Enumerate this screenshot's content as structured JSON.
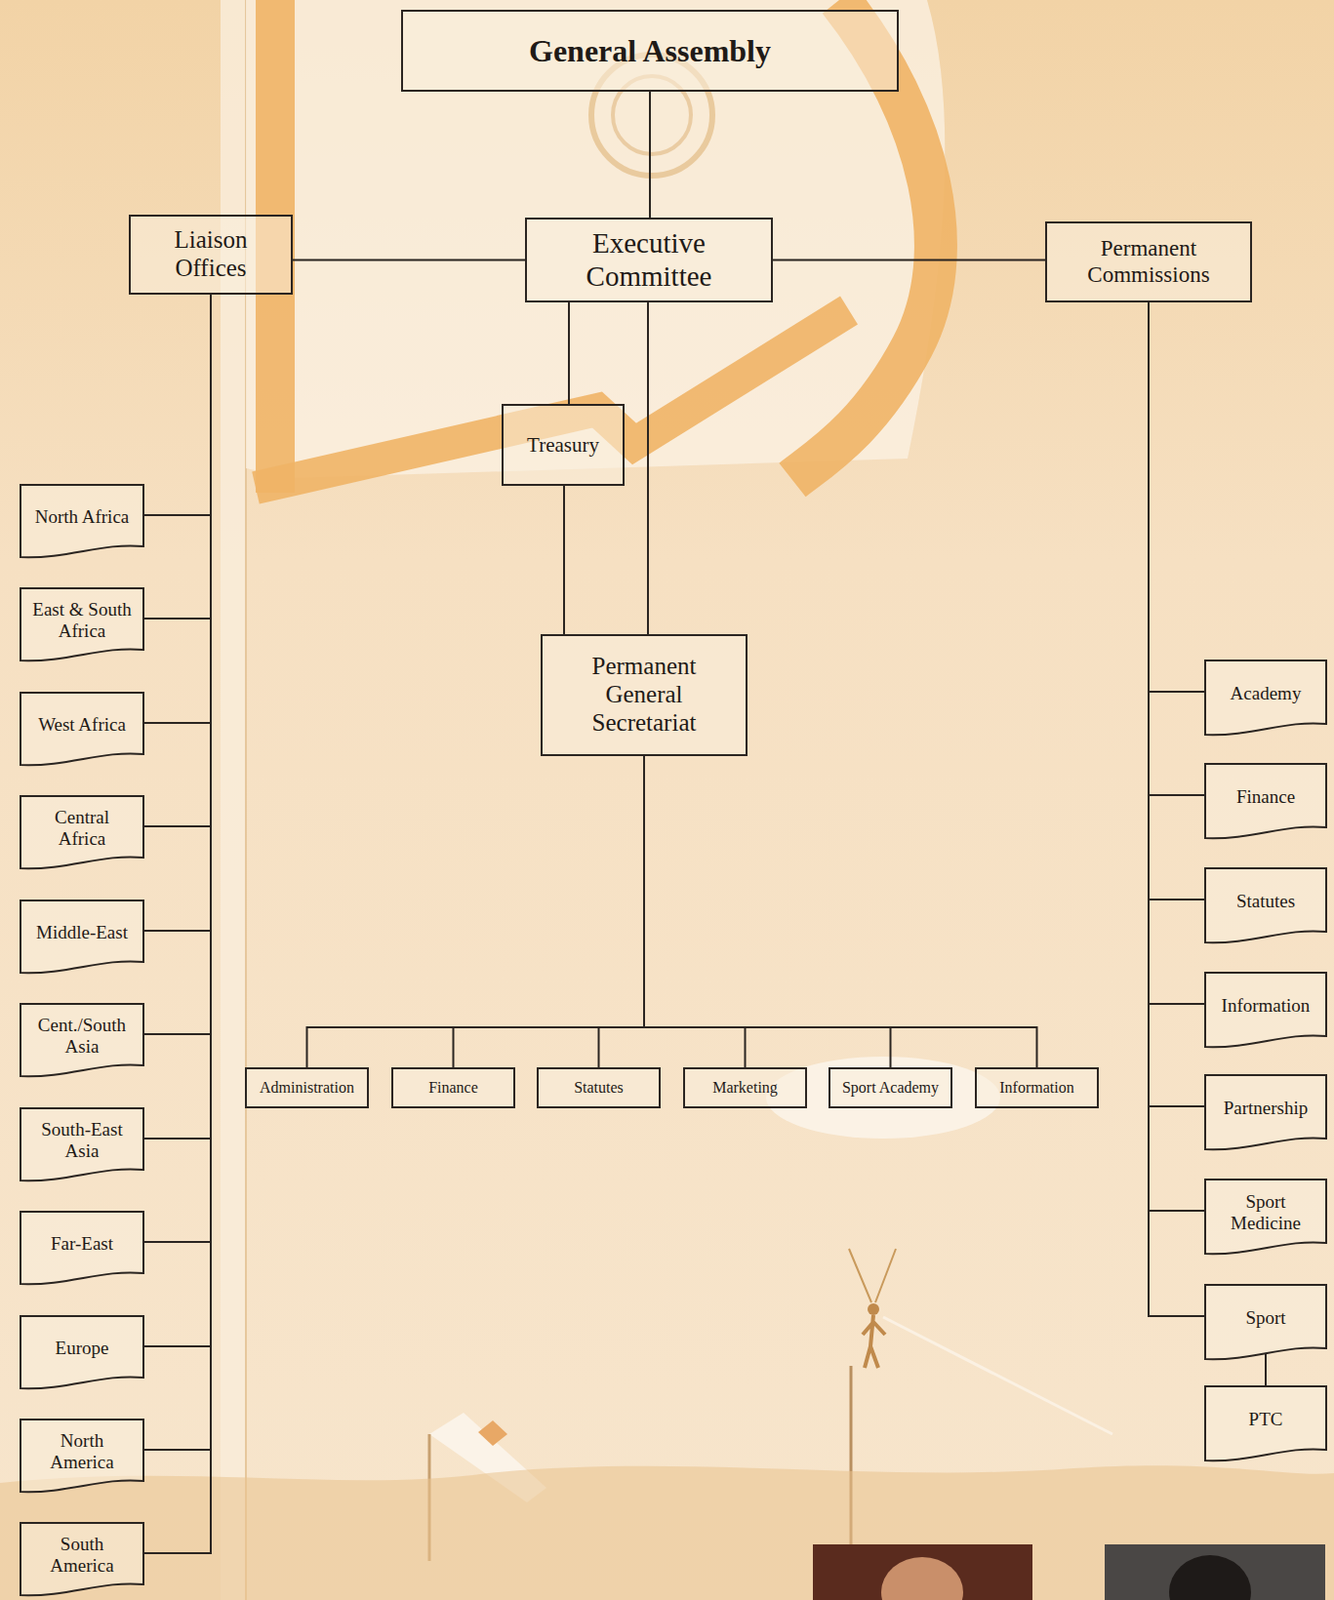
{
  "diagram": {
    "nodes": [
      {
        "text": [
          "General Assembly"
        ]
      },
      {
        "text": [
          "Liaison Offices"
        ]
      },
      {
        "text": [
          "Executive Committee"
        ]
      },
      {
        "text": [
          "Permanent Commissions"
        ]
      },
      {
        "text": [
          "Treasury"
        ]
      },
      {
        "text": [
          "Permanent General Secretariat"
        ]
      },
      {
        "text": [
          "North Africa"
        ]
      },
      {
        "text": [
          "East & South Africa"
        ]
      },
      {
        "text": [
          "West Africa"
        ]
      },
      {
        "text": [
          "Central Africa"
        ]
      },
      {
        "text": [
          "Middle-East"
        ]
      },
      {
        "text": [
          "Cent./South Asia"
        ]
      },
      {
        "text": [
          "South-East Asia"
        ]
      },
      {
        "text": [
          "Far-East"
        ]
      },
      {
        "text": [
          "Europe"
        ]
      },
      {
        "text": [
          "North America"
        ]
      },
      {
        "text": [
          "South America"
        ]
      },
      {
        "text": [
          "Academy"
        ]
      },
      {
        "text": [
          "Finance"
        ]
      },
      {
        "text": [
          "Statutes"
        ]
      },
      {
        "text": [
          "Information"
        ]
      },
      {
        "text": [
          "Partnership"
        ]
      },
      {
        "text": [
          "Sport Medicine"
        ]
      },
      {
        "text": [
          "Sport"
        ]
      },
      {
        "text": [
          "PTC"
        ]
      },
      {
        "text": [
          "Administration"
        ]
      },
      {
        "text": [
          "Finance"
        ]
      },
      {
        "text": [
          "Statutes"
        ]
      },
      {
        "text": [
          "Marketing"
        ]
      },
      {
        "text": [
          "Sport Academy"
        ]
      },
      {
        "text": [
          "Information"
        ]
      }
    ],
    "edges": [
      {
        "from": 0,
        "to": 2,
        "arrow": "none"
      },
      {
        "from": 2,
        "to": 1,
        "arrow": "none"
      },
      {
        "from": 2,
        "to": 3,
        "arrow": "none"
      },
      {
        "from": 2,
        "to": 4,
        "arrow": "none"
      },
      {
        "from": 4,
        "to": 5,
        "arrow": "none"
      },
      {
        "from": 2,
        "to": 5,
        "arrow": "none"
      },
      {
        "from": 1,
        "to": 6,
        "arrow": "none"
      },
      {
        "from": 1,
        "to": 7,
        "arrow": "none"
      },
      {
        "from": 1,
        "to": 8,
        "arrow": "none"
      },
      {
        "from": 1,
        "to": 9,
        "arrow": "none"
      },
      {
        "from": 1,
        "to": 10,
        "arrow": "none"
      },
      {
        "from": 1,
        "to": 11,
        "arrow": "none"
      },
      {
        "from": 1,
        "to": 12,
        "arrow": "none"
      },
      {
        "from": 1,
        "to": 13,
        "arrow": "none"
      },
      {
        "from": 1,
        "to": 14,
        "arrow": "none"
      },
      {
        "from": 1,
        "to": 15,
        "arrow": "none"
      },
      {
        "from": 1,
        "to": 16,
        "arrow": "none"
      },
      {
        "from": 3,
        "to": 17,
        "arrow": "none"
      },
      {
        "from": 3,
        "to": 18,
        "arrow": "none"
      },
      {
        "from": 3,
        "to": 19,
        "arrow": "none"
      },
      {
        "from": 3,
        "to": 20,
        "arrow": "none"
      },
      {
        "from": 3,
        "to": 21,
        "arrow": "none"
      },
      {
        "from": 3,
        "to": 22,
        "arrow": "none"
      },
      {
        "from": 3,
        "to": 23,
        "arrow": "none"
      },
      {
        "from": 23,
        "to": 24,
        "arrow": "none"
      },
      {
        "from": 5,
        "to": 25,
        "arrow": "none"
      },
      {
        "from": 5,
        "to": 26,
        "arrow": "none"
      },
      {
        "from": 5,
        "to": 27,
        "arrow": "none"
      },
      {
        "from": 5,
        "to": 28,
        "arrow": "none"
      },
      {
        "from": 5,
        "to": 29,
        "arrow": "none"
      },
      {
        "from": 5,
        "to": 30,
        "arrow": "none"
      }
    ]
  }
}
